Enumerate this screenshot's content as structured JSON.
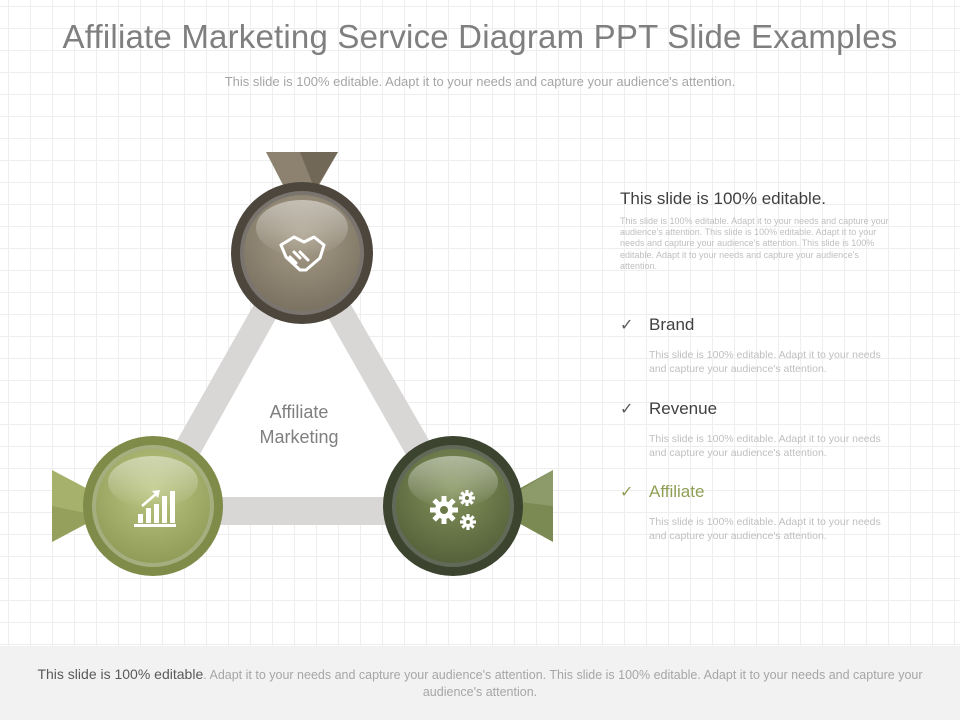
{
  "header": {
    "title": "Affiliate Marketing Service Diagram PPT Slide Examples",
    "subtitle": "This slide is 100% editable. Adapt it to your needs and capture your audience's attention."
  },
  "diagram": {
    "center_label_line1": "Affiliate",
    "center_label_line2": "Marketing",
    "nodes": [
      {
        "name": "top",
        "icon": "handshake-icon",
        "color": "#8c826f",
        "ring": "#4d463d"
      },
      {
        "name": "bottom-left",
        "icon": "bar-chart-growth-icon",
        "color": "#a6b16c",
        "ring": "#7f8b48"
      },
      {
        "name": "bottom-right",
        "icon": "gears-icon",
        "color": "#6c7a4a",
        "ring": "#3c4430"
      }
    ]
  },
  "panel": {
    "heading": "This slide is 100% editable.",
    "body": "This slide is 100% editable. Adapt it to your needs and capture your audience's attention. This slide is 100% editable. Adapt it to your needs and capture your audience's attention. This slide is 100% editable. Adapt it to your needs and capture your audience's attention.",
    "check_glyph": "✓",
    "items": [
      {
        "label": "Brand",
        "desc": "This slide is 100% editable. Adapt it to your needs and capture your audience's attention."
      },
      {
        "label": "Revenue",
        "desc": "This slide is 100% editable. Adapt it to your needs and capture your audience's attention."
      },
      {
        "label": "Affiliate",
        "desc": "This slide is 100% editable. Adapt it to your needs and capture your audience's attention."
      }
    ]
  },
  "footer": {
    "lead": "This slide is 100% editable",
    "text": ". Adapt it to your needs and capture your audience's attention. This slide is 100% editable. Adapt it to your needs and capture your audience's attention."
  }
}
